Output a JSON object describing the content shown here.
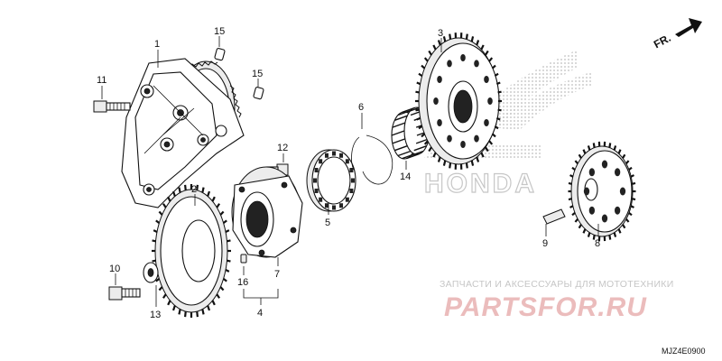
{
  "diagram": {
    "code": "MJZ4E0900",
    "direction_label": "FR.",
    "background_logo_text": "HONDA",
    "watermark": {
      "caption": "ЗАПЧАСТИ И АКСЕССУАРЫ ДЛЯ МОТОТЕХНИКИ",
      "brand": "PARTSFOR.RU",
      "colors": {
        "caption": "#c9c9c9",
        "brand": "#e6b3b3"
      }
    },
    "callouts": [
      {
        "id": "c1",
        "label": "1"
      },
      {
        "id": "c2",
        "label": "2"
      },
      {
        "id": "c3",
        "label": "3"
      },
      {
        "id": "c4",
        "label": "4"
      },
      {
        "id": "c5",
        "label": "5"
      },
      {
        "id": "c6",
        "label": "6"
      },
      {
        "id": "c7",
        "label": "7"
      },
      {
        "id": "c8",
        "label": "8"
      },
      {
        "id": "c9",
        "label": "9"
      },
      {
        "id": "c10",
        "label": "10"
      },
      {
        "id": "c11",
        "label": "11"
      },
      {
        "id": "c12",
        "label": "12"
      },
      {
        "id": "c13",
        "label": "13"
      },
      {
        "id": "c14",
        "label": "14"
      },
      {
        "id": "c15a",
        "label": "15"
      },
      {
        "id": "c15b",
        "label": "15"
      },
      {
        "id": "c16",
        "label": "16"
      }
    ]
  }
}
